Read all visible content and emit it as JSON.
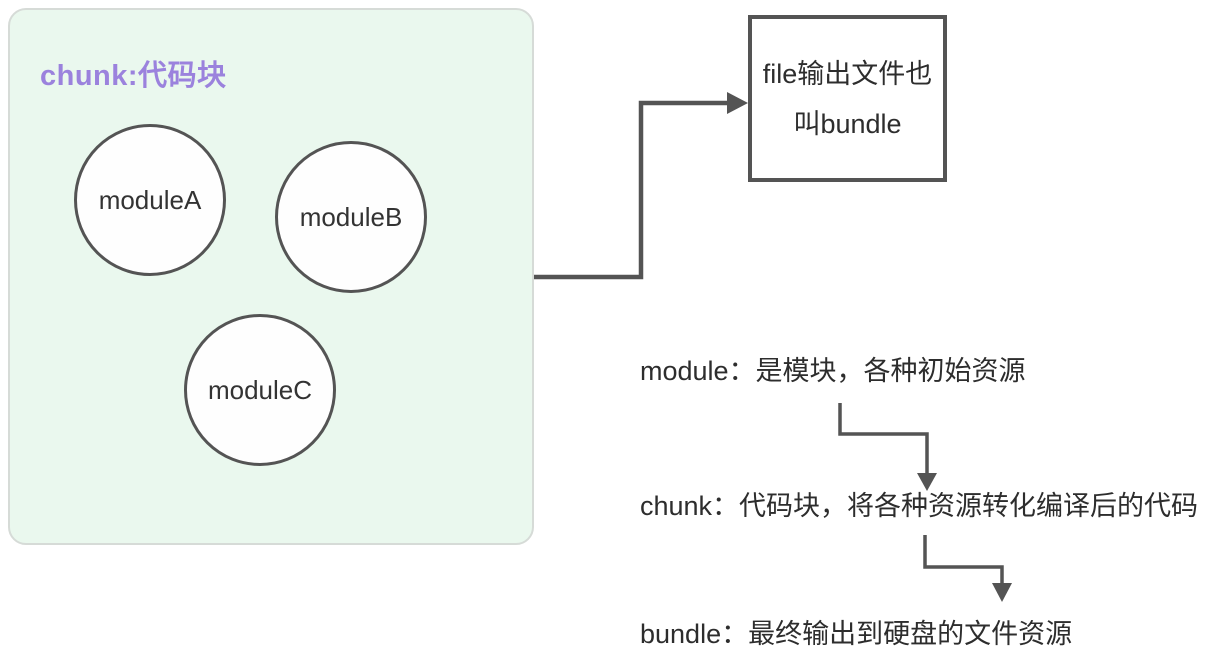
{
  "colors": {
    "canvas_bg": "#ffffff",
    "chunk_box_bg": "#eaf8ee",
    "chunk_box_border": "#d6dbd7",
    "title_color": "#9b82dd",
    "shape_border": "#545454",
    "connector_color": "#545454",
    "node_text": "#333333",
    "text_color": "#2d2d2d"
  },
  "chunk_group": {
    "title": "chunk:代码块",
    "modules": [
      {
        "label": "moduleA"
      },
      {
        "label": "moduleB"
      },
      {
        "label": "moduleC"
      }
    ]
  },
  "bundle_box": {
    "line1": "file输出文件也",
    "line2": "叫bundle"
  },
  "definitions": [
    {
      "term": "module",
      "text": "module：是模块，各种初始资源"
    },
    {
      "term": "chunk",
      "text": "chunk：代码块，将各种资源转化编译后的代码"
    },
    {
      "term": "bundle",
      "text": "bundle：最终输出到硬盘的文件资源"
    }
  ],
  "flow_arrows": [
    {
      "from": "chunk-group",
      "to": "bundle-output-box"
    },
    {
      "from": "module-definition",
      "to": "chunk-definition"
    },
    {
      "from": "chunk-definition",
      "to": "bundle-definition"
    }
  ]
}
